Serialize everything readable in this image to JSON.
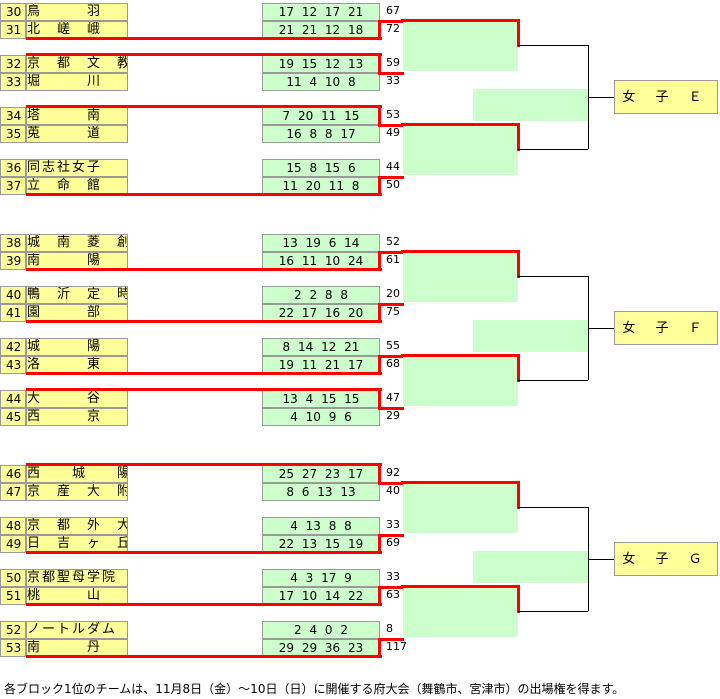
{
  "groups": [
    {
      "label": "女 子 Ｅ",
      "matches": [
        {
          "teams": [
            {
              "no": "30",
              "name": "鳥　　　羽",
              "scores": [
                "17",
                "12",
                "17",
                "21"
              ],
              "total": "67"
            },
            {
              "no": "31",
              "name": "北　嵯　峨",
              "scores": [
                "21",
                "21",
                "12",
                "18"
              ],
              "total": "72"
            }
          ],
          "winner": 1
        },
        {
          "teams": [
            {
              "no": "32",
              "name": "京　都　文　教",
              "scores": [
                "19",
                "15",
                "12",
                "13"
              ],
              "total": "59"
            },
            {
              "no": "33",
              "name": "堀　　　川",
              "scores": [
                "11",
                "4",
                "10",
                "8"
              ],
              "total": "33"
            }
          ],
          "winner": 0
        },
        {
          "teams": [
            {
              "no": "34",
              "name": "塔　　　南",
              "scores": [
                "7",
                "20",
                "11",
                "15"
              ],
              "total": "53"
            },
            {
              "no": "35",
              "name": "莵　　　道",
              "scores": [
                "16",
                "8",
                "8",
                "17"
              ],
              "total": "49"
            }
          ],
          "winner": 0
        },
        {
          "teams": [
            {
              "no": "36",
              "name": "同志社女子",
              "scores": [
                "15",
                "8",
                "15",
                "6"
              ],
              "total": "44"
            },
            {
              "no": "37",
              "name": "立　命　館",
              "scores": [
                "11",
                "20",
                "11",
                "8"
              ],
              "total": "50"
            }
          ],
          "winner": 1
        }
      ]
    },
    {
      "label": "女 子 Ｆ",
      "matches": [
        {
          "teams": [
            {
              "no": "38",
              "name": "城　南　菱　創",
              "scores": [
                "13",
                "19",
                "6",
                "14"
              ],
              "total": "52"
            },
            {
              "no": "39",
              "name": "南　　　陽",
              "scores": [
                "16",
                "11",
                "10",
                "24"
              ],
              "total": "61"
            }
          ],
          "winner": 1
        },
        {
          "teams": [
            {
              "no": "40",
              "name": "鴨　沂　定　時　制",
              "scores": [
                "2",
                "2",
                "8",
                "8"
              ],
              "total": "20"
            },
            {
              "no": "41",
              "name": "園　　　部",
              "scores": [
                "22",
                "17",
                "16",
                "20"
              ],
              "total": "75"
            }
          ],
          "winner": 1
        },
        {
          "teams": [
            {
              "no": "42",
              "name": "城　　　陽",
              "scores": [
                "8",
                "14",
                "12",
                "21"
              ],
              "total": "55"
            },
            {
              "no": "43",
              "name": "洛　　　東",
              "scores": [
                "19",
                "11",
                "21",
                "17"
              ],
              "total": "68"
            }
          ],
          "winner": 1
        },
        {
          "teams": [
            {
              "no": "44",
              "name": "大　　　谷",
              "scores": [
                "13",
                "4",
                "15",
                "15"
              ],
              "total": "47"
            },
            {
              "no": "45",
              "name": "西　　　京",
              "scores": [
                "4",
                "10",
                "9",
                "6"
              ],
              "total": "29"
            }
          ],
          "winner": 0
        }
      ]
    },
    {
      "label": "女 子 Ｇ",
      "matches": [
        {
          "teams": [
            {
              "no": "46",
              "name": "西　　城　　陽",
              "scores": [
                "25",
                "27",
                "23",
                "17"
              ],
              "total": "92"
            },
            {
              "no": "47",
              "name": "京　産　大　附　属",
              "scores": [
                "8",
                "6",
                "13",
                "13"
              ],
              "total": "40"
            }
          ],
          "winner": 0
        },
        {
          "teams": [
            {
              "no": "48",
              "name": "京　都　外　大　西",
              "scores": [
                "4",
                "13",
                "8",
                "8"
              ],
              "total": "33"
            },
            {
              "no": "49",
              "name": "日　吉　ヶ　丘",
              "scores": [
                "22",
                "13",
                "15",
                "19"
              ],
              "total": "69"
            }
          ],
          "winner": 1
        },
        {
          "teams": [
            {
              "no": "50",
              "name": "京都聖母学院",
              "scores": [
                "4",
                "3",
                "17",
                "9"
              ],
              "total": "33"
            },
            {
              "no": "51",
              "name": "桃　　　山",
              "scores": [
                "17",
                "10",
                "14",
                "22"
              ],
              "total": "63"
            }
          ],
          "winner": 1
        },
        {
          "teams": [
            {
              "no": "52",
              "name": "ノートルダム",
              "scores": [
                "2",
                "4",
                "0",
                "2"
              ],
              "total": "8"
            },
            {
              "no": "53",
              "name": "南　　　丹",
              "scores": [
                "29",
                "29",
                "36",
                "23"
              ],
              "total": "117"
            }
          ],
          "winner": 1
        }
      ]
    }
  ],
  "footer": "各ブロック1位のチームは、11月8日（金）～10日（日）に開催する府大会（舞鶴市、宮津市）の出場権を得ます。",
  "colors": {
    "name_bg": "#ffff99",
    "score_bg": "#ccffcc",
    "winner_line": "#ff0000",
    "bracket_line": "#000000"
  }
}
